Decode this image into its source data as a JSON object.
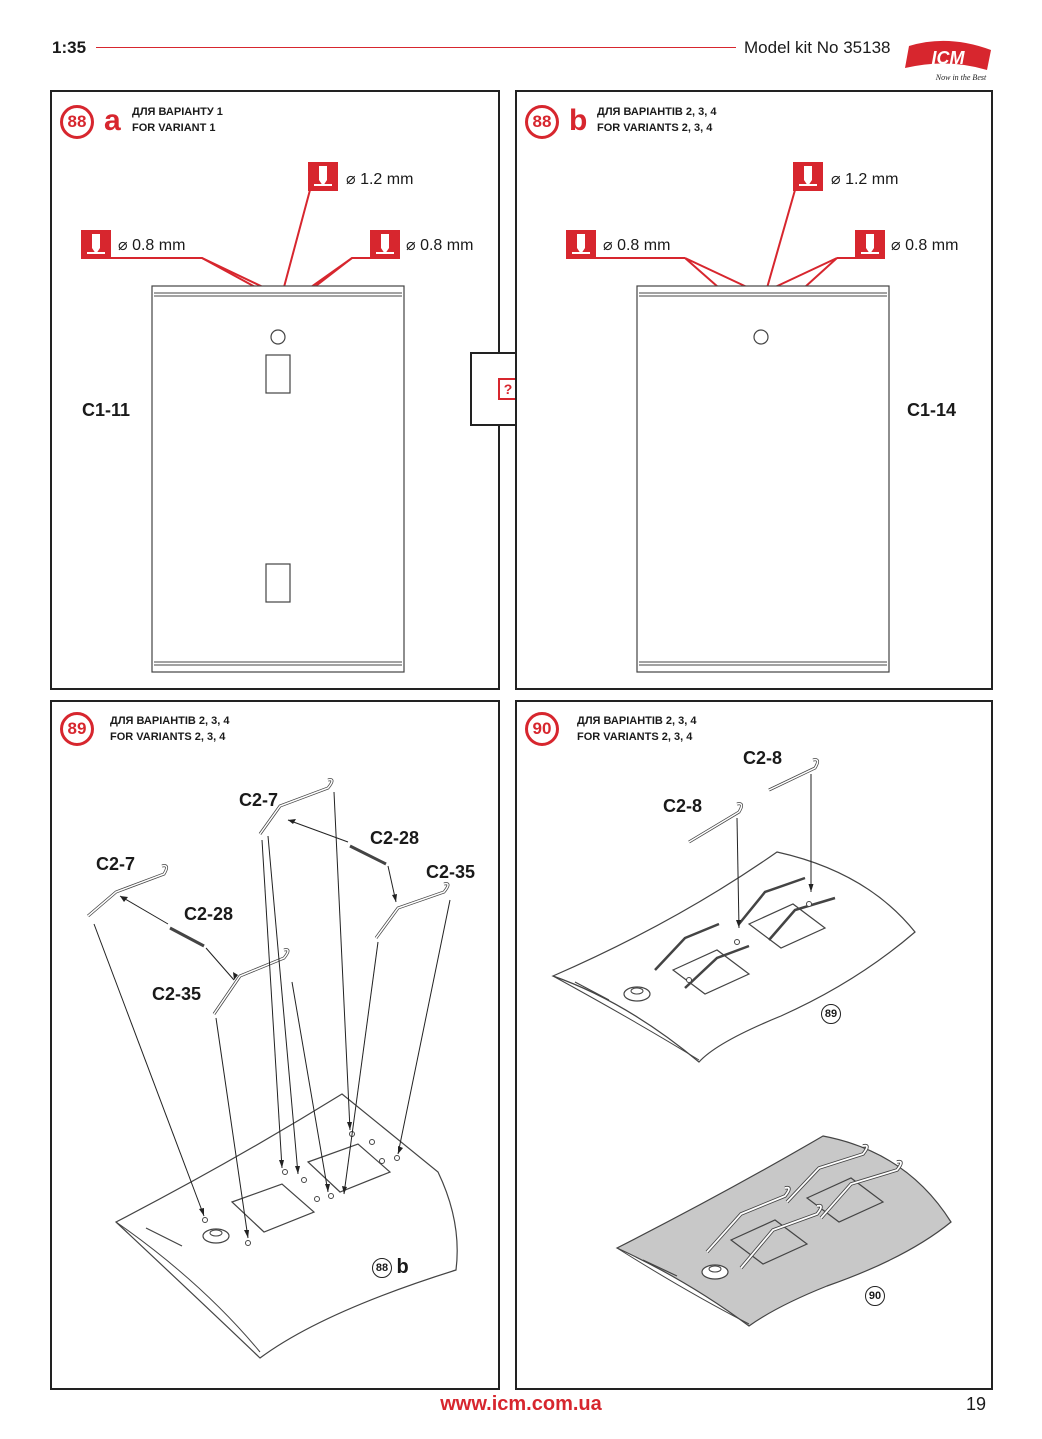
{
  "header": {
    "scale": "1:35",
    "kit": "Model kit No 35138",
    "logo_text": "ICM",
    "logo_tagline": "Now in the Best"
  },
  "steps": {
    "s88a": {
      "num": "88",
      "letter": "a",
      "ua": "ДЛЯ ВАРІАНТУ 1",
      "en": "FOR VARIANT 1",
      "part": "C1-11",
      "drill_center": "⌀ 1.2 mm",
      "drill_left": "⌀ 0.8 mm",
      "drill_right": "⌀ 0.8 mm"
    },
    "s88b": {
      "num": "88",
      "letter": "b",
      "ua": "ДЛЯ ВАРІАНТІВ 2, 3, 4",
      "en": "FOR VARIANTS 2, 3, 4",
      "part": "C1-14",
      "drill_center": "⌀ 1.2 mm",
      "drill_left": "⌀ 0.8 mm",
      "drill_right": "⌀ 0.8 mm"
    },
    "s89": {
      "num": "89",
      "ua": "ДЛЯ ВАРІАНТІВ 2, 3, 4",
      "en": "FOR VARIANTS 2, 3, 4",
      "p_c27_top": "C2-7",
      "p_c228_top": "C2-28",
      "p_c235_right": "C2-35",
      "p_c27_left": "C2-7",
      "p_c228_left": "C2-28",
      "p_c235_left": "C2-35",
      "ref_num": "88",
      "ref_letter": "b"
    },
    "s90": {
      "num": "90",
      "ua": "ДЛЯ ВАРІАНТІВ 2, 3, 4",
      "en": "FOR VARIANTS 2, 3, 4",
      "p_c28_top": "C2-8",
      "p_c28_left": "C2-8",
      "ref_upper": "89",
      "ref_lower": "90"
    }
  },
  "center_symbol": "?",
  "footer": {
    "url": "www.icm.com.ua",
    "page": "19"
  },
  "colors": {
    "accent": "#d7262e",
    "ink": "#222222",
    "gray_part": "#c8c8c8"
  }
}
